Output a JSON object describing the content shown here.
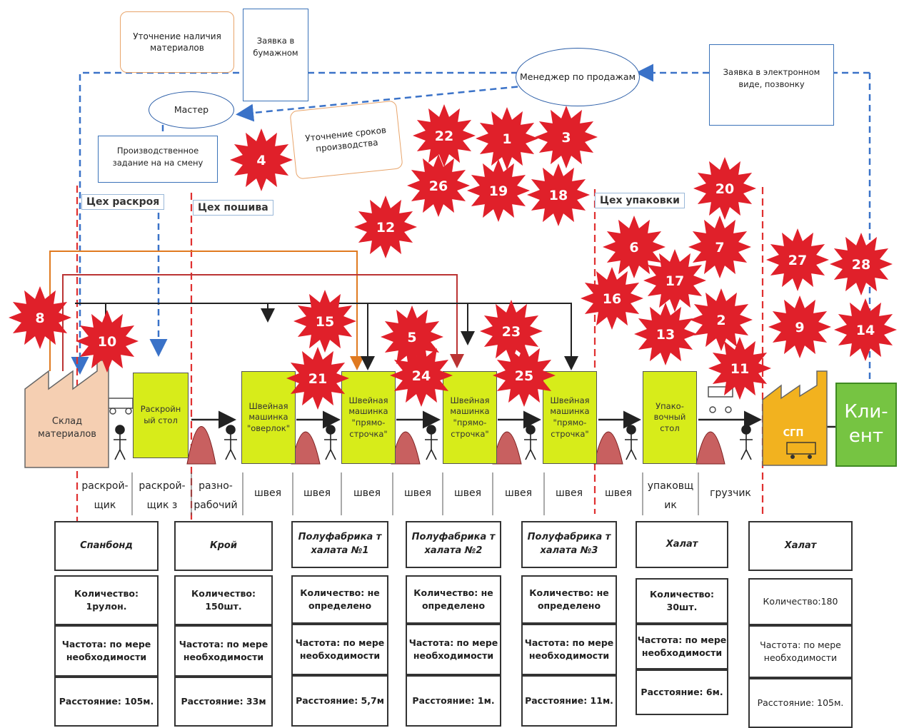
{
  "notes": {
    "materials_check": "Уточнение наличия материалов",
    "paper_order": "Заявка в бумажном",
    "deadline_check": "Уточнение сроков производства",
    "electronic_order": "Заявка в электронном виде, позвонку",
    "production_task": "Производственное задание на на смену"
  },
  "roles": {
    "sales_manager": "Менеджер по продажам",
    "master": "Мастер"
  },
  "shops": {
    "cutting": "Цех раскроя",
    "sewing": "Цех пошива",
    "packing": "Цех упаковки"
  },
  "nodes": {
    "warehouse": "Склад материалов",
    "cutting_table": "Раскройн ый стол",
    "overlock": "Швейная машинка \"оверлок\"",
    "straight1": "Швейная машинка \"прямо-строчка\"",
    "straight2": "Швейная машинка \"прямо-строчка\"",
    "straight3": "Швейная машинка \"прямо-строчка\"",
    "packing_table": "Упако-вочный стол",
    "fgw": "СГП",
    "client": "Кли-ент"
  },
  "workers": [
    "раскрой-щик",
    "раскрой-щик з",
    "разно-рабочий",
    "швея",
    "швея",
    "швея",
    "швея",
    "швея",
    "швея",
    "швея",
    "швея",
    "упаковщ ик",
    "грузчик"
  ],
  "tables": [
    {
      "title": "Спанбонд",
      "qty": "Количество: 1рулон.",
      "freq": "Частота: по мере необходимости",
      "dist": "Расстояние: 105м."
    },
    {
      "title": "Крой",
      "qty": "Количество: 150шт.",
      "freq": "Частота: по мере необходимости",
      "dist": "Расстояние: 33м"
    },
    {
      "title": "Полуфабрика т халата №1",
      "qty": "Количество: не определено",
      "freq": "Частота: по мере необходимости",
      "dist": "Расстояние: 5,7м"
    },
    {
      "title": "Полуфабрика т халата №2",
      "qty": "Количество: не определено",
      "freq": "Частота: по мере необходимости",
      "dist": "Расстояние: 1м."
    },
    {
      "title": "Полуфабрика т халата №3",
      "qty": "Количество: не определено",
      "freq": "Частота: по мере необходимости",
      "dist": "Расстояние: 11м."
    },
    {
      "title": "Халат",
      "qty": "Количество: 30шт.",
      "freq": "Частота: по мере необходимости",
      "dist": "Расстояние: 6м."
    },
    {
      "title": "Халат",
      "qty": "Количество:180",
      "freq": "Частота: по мере необходимости",
      "dist": "Расстояние: 105м."
    }
  ],
  "bursts": [
    "22",
    "1",
    "3",
    "4",
    "26",
    "19",
    "18",
    "20",
    "12",
    "6",
    "7",
    "27",
    "28",
    "17",
    "16",
    "8",
    "15",
    "5",
    "23",
    "2",
    "9",
    "14",
    "10",
    "13",
    "11",
    "21",
    "24",
    "25"
  ],
  "colors": {
    "burst": "#e0202a",
    "machine": "#d7ec1a",
    "client": "#76c442",
    "fgw": "#f2b21f",
    "warehouse": "#f5cfb2",
    "dashed_blue": "#3a72c8",
    "dashed_red": "#e03030"
  }
}
